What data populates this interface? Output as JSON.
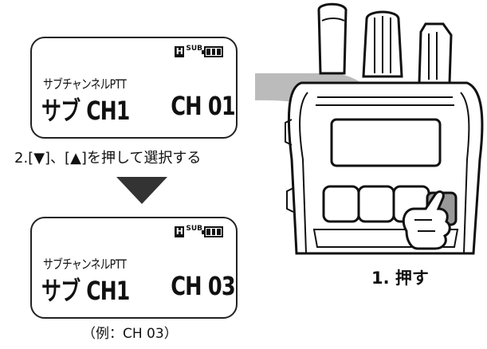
{
  "lcd_top": {
    "status_h": "H",
    "status_sub": "SUB",
    "line1": "サブチャンネルPTT",
    "line2_left": "サブ CH1",
    "line2_right": "CH 01"
  },
  "instruction": "2.[▼]、[▲]を押して選択する",
  "lcd_bottom": {
    "status_h": "H",
    "status_sub": "SUB",
    "line1": "サブチャンネルPTT",
    "line2_left": "サブ CH1",
    "line2_right": "CH 03"
  },
  "caption": "（例：CH 03）",
  "press_label": "1. 押す"
}
